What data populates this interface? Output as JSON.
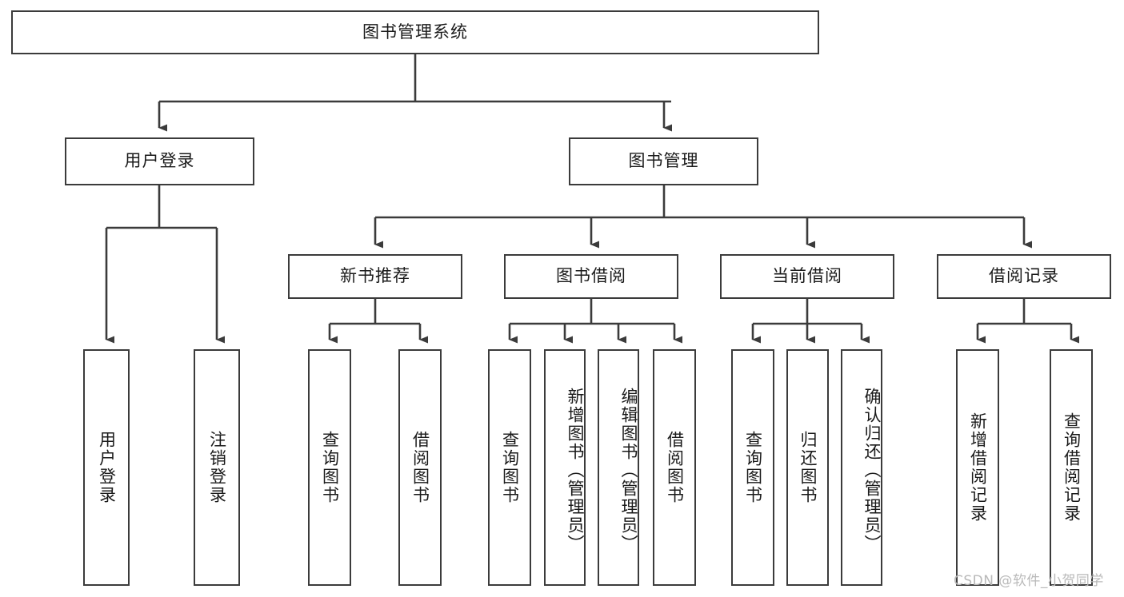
{
  "diagram": {
    "title": "图书管理系统",
    "type": "tree-hierarchy-chart",
    "watermark": "CSDN @软件_小贺同学",
    "colors": {
      "stroke": "#3b3b3b",
      "fill": "#ffffff",
      "text": "#1a1a1a",
      "watermark": "#b9b9b9"
    },
    "levels": {
      "root": {
        "label": "图书管理系统"
      },
      "level2": [
        {
          "id": "user-login",
          "label": "用户登录"
        },
        {
          "id": "book-manage",
          "label": "图书管理"
        }
      ],
      "level3": [
        {
          "id": "new-book-recommend",
          "label": "新书推荐"
        },
        {
          "id": "book-borrow",
          "label": "图书借阅"
        },
        {
          "id": "current-borrow",
          "label": "当前借阅"
        },
        {
          "id": "borrow-record",
          "label": "借阅记录"
        }
      ],
      "leaves": [
        {
          "id": "leaf-user-login",
          "label": "用户登录",
          "parent": "user-login"
        },
        {
          "id": "leaf-logout-login",
          "label": "注销登录",
          "parent": "user-login"
        },
        {
          "id": "leaf-query-book-1",
          "label": "查询图书",
          "parent": "new-book-recommend"
        },
        {
          "id": "leaf-borrow-book-1",
          "label": "借阅图书",
          "parent": "new-book-recommend"
        },
        {
          "id": "leaf-query-book-2",
          "label": "查询图书",
          "parent": "book-borrow"
        },
        {
          "id": "leaf-add-book",
          "label": "新增图书（管理员）",
          "parent": "book-borrow"
        },
        {
          "id": "leaf-edit-book",
          "label": "编辑图书（管理员）",
          "parent": "book-borrow"
        },
        {
          "id": "leaf-borrow-book-2",
          "label": "借阅图书",
          "parent": "book-borrow"
        },
        {
          "id": "leaf-query-book-3",
          "label": "查询图书",
          "parent": "current-borrow"
        },
        {
          "id": "leaf-return-book",
          "label": "归还图书",
          "parent": "current-borrow"
        },
        {
          "id": "leaf-confirm-return",
          "label": "确认归还（管理员）",
          "parent": "current-borrow"
        },
        {
          "id": "leaf-add-record",
          "label": "新增借阅记录",
          "parent": "borrow-record"
        },
        {
          "id": "leaf-query-record",
          "label": "查询借阅记录",
          "parent": "borrow-record"
        }
      ]
    }
  }
}
